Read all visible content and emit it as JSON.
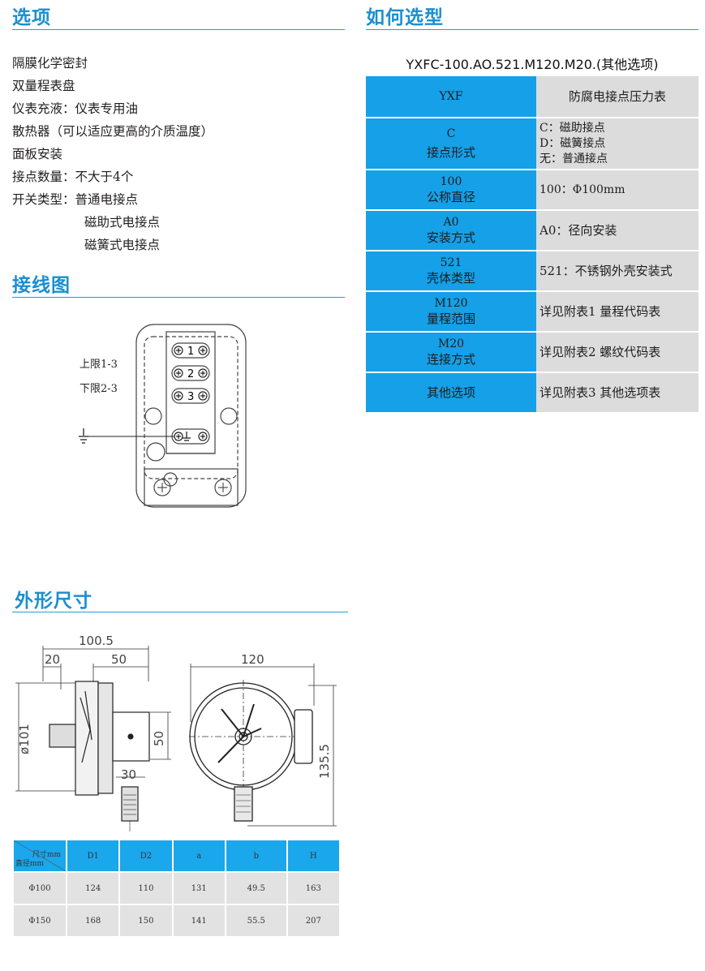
{
  "sections": {
    "options": "选项",
    "selection": "如何选型",
    "wiring": "接线图",
    "dimensions": "外形尺寸"
  },
  "options": {
    "lines": [
      "隔膜化学密封",
      "双量程表盘",
      "仪表充液：仪表专用油",
      "散热器（可以适应更高的介质温度）",
      "面板安装",
      "接点数量：不大于4个",
      "开关类型：普通电接点"
    ],
    "switch_more": [
      "磁助式电接点",
      "磁簧式电接点"
    ]
  },
  "selection": {
    "model": "YXFC-100.AO.521.M120.M20.(其他选项)",
    "rows": [
      {
        "code": "YXF",
        "label": "",
        "desc": [
          "防腐电接点压力表"
        ]
      },
      {
        "code": "C",
        "label": "接点形式",
        "desc": [
          "C：磁助接点",
          "D：磁簧接点",
          "无：普通接点"
        ]
      },
      {
        "code": "100",
        "label": "公称直径",
        "desc": [
          "100：Φ100mm"
        ]
      },
      {
        "code": "A0",
        "label": "安装方式",
        "desc": [
          "A0：径向安装"
        ]
      },
      {
        "code": "521",
        "label": "壳体类型",
        "desc": [
          "521：不锈钢外壳安装式"
        ]
      },
      {
        "code": "M120",
        "label": "量程范围",
        "desc": [
          "详见附表1 量程代码表"
        ]
      },
      {
        "code": "M20",
        "label": "连接方式",
        "desc": [
          "详见附表2 螺纹代码表"
        ]
      },
      {
        "code": "",
        "label": "其他选项",
        "desc": [
          "详见附表3 其他选项表"
        ]
      }
    ]
  },
  "wiring": {
    "upper": "上限1-3",
    "lower": "下限2-3",
    "terminals": [
      "1",
      "2",
      "3"
    ]
  },
  "dims": {
    "w_total": "100.5",
    "w_20": "20",
    "w_50": "50",
    "dia": "ø101",
    "h_50": "50",
    "w_30": "30",
    "front_w": "120",
    "front_h": "135.5"
  },
  "dim_table": {
    "corner_top": "尺寸mm",
    "corner_bottom": "直径mm",
    "headers": [
      "D1",
      "D2",
      "a",
      "b",
      "H"
    ],
    "rows": [
      [
        "Φ100",
        "124",
        "110",
        "131",
        "49.5",
        "163"
      ],
      [
        "Φ150",
        "168",
        "150",
        "141",
        "55.5",
        "207"
      ]
    ]
  },
  "colors": {
    "accent": "#1a8fd0",
    "table_key": "#15a0e8",
    "table_val": "#dcdcdc"
  }
}
